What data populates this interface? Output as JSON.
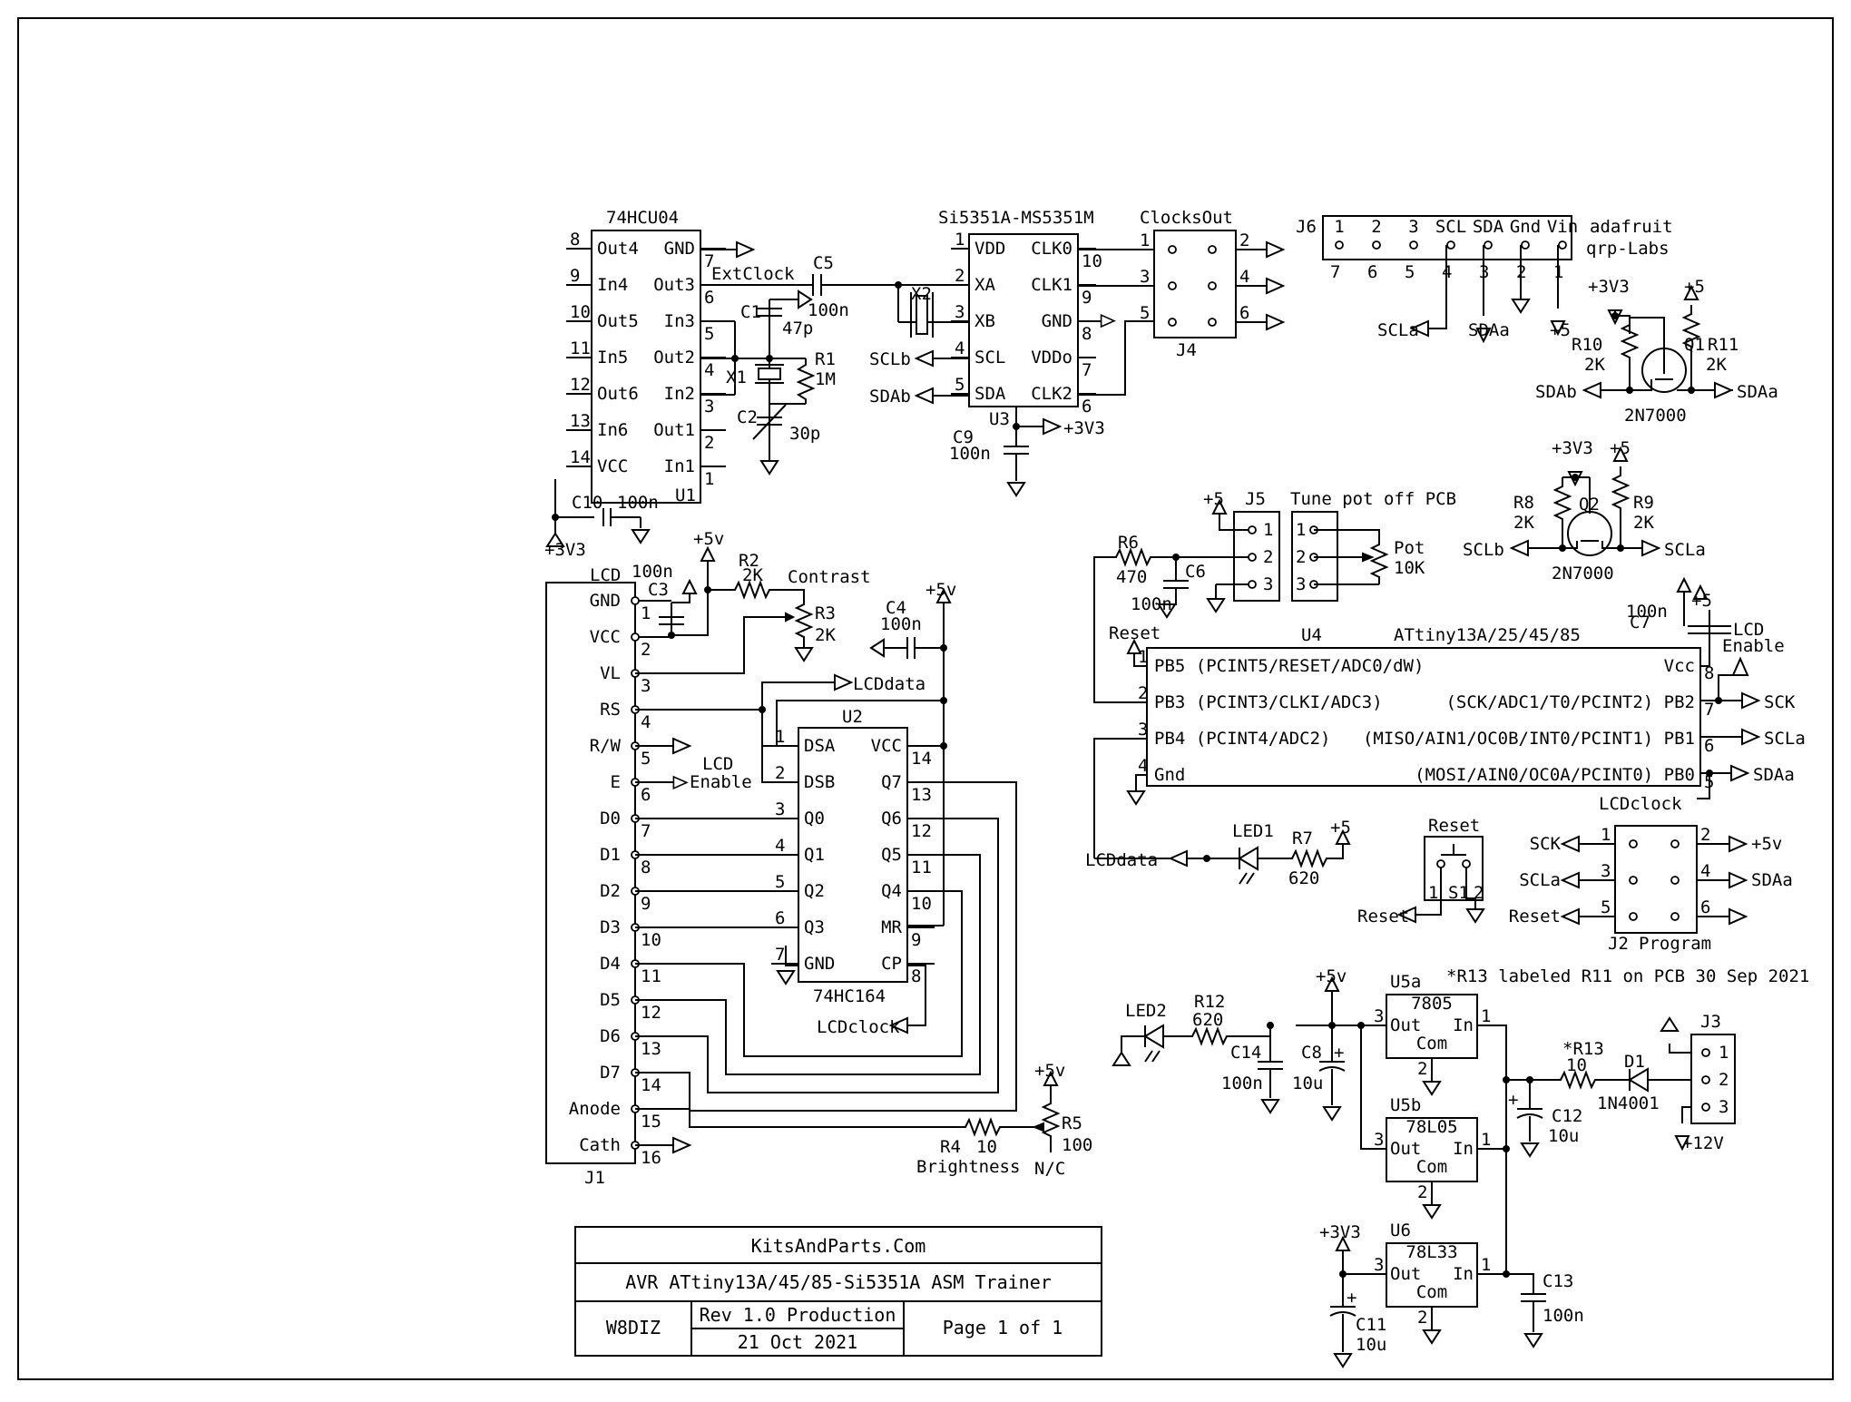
{
  "u1": {
    "ref": "U1",
    "part": "74HCU04",
    "left_pins": [
      {
        "n": "8",
        "name": "Out4"
      },
      {
        "n": "9",
        "name": "In4"
      },
      {
        "n": "10",
        "name": "Out5"
      },
      {
        "n": "11",
        "name": "In5"
      },
      {
        "n": "12",
        "name": "Out6"
      },
      {
        "n": "13",
        "name": "In6"
      },
      {
        "n": "14",
        "name": "VCC"
      }
    ],
    "right_pins": [
      {
        "n": "7",
        "name": "GND"
      },
      {
        "n": "6",
        "name": "Out3"
      },
      {
        "n": "5",
        "name": "In3"
      },
      {
        "n": "4",
        "name": "Out2"
      },
      {
        "n": "3",
        "name": "In2"
      },
      {
        "n": "2",
        "name": "Out1"
      },
      {
        "n": "1",
        "name": "In1"
      }
    ]
  },
  "u3": {
    "ref": "U3",
    "part": "Si5351A-MS5351M",
    "left_pins": [
      {
        "n": "1",
        "name": "VDD"
      },
      {
        "n": "2",
        "name": "XA"
      },
      {
        "n": "3",
        "name": "XB"
      },
      {
        "n": "4",
        "name": "SCL"
      },
      {
        "n": "5",
        "name": "SDA"
      }
    ],
    "right_pins": [
      {
        "n": "10",
        "name": "CLK0"
      },
      {
        "n": "9",
        "name": "CLK1"
      },
      {
        "n": "8",
        "name": "GND"
      },
      {
        "n": "7",
        "name": "VDDo"
      },
      {
        "n": "6",
        "name": "CLK2"
      }
    ]
  },
  "u2": {
    "ref": "U2",
    "part": "74HC164",
    "left_pins": [
      {
        "n": "1",
        "name": "DSA"
      },
      {
        "n": "2",
        "name": "DSB"
      },
      {
        "n": "3",
        "name": "Q0"
      },
      {
        "n": "4",
        "name": "Q1"
      },
      {
        "n": "5",
        "name": "Q2"
      },
      {
        "n": "6",
        "name": "Q3"
      },
      {
        "n": "7",
        "name": "GND"
      }
    ],
    "right_pins": [
      {
        "n": "14",
        "name": "VCC"
      },
      {
        "n": "13",
        "name": "Q7"
      },
      {
        "n": "12",
        "name": "Q6"
      },
      {
        "n": "11",
        "name": "Q5"
      },
      {
        "n": "10",
        "name": "Q4"
      },
      {
        "n": "9",
        "name": "MR"
      },
      {
        "n": "8",
        "name": "CP"
      }
    ]
  },
  "j1": {
    "ref": "J1",
    "title": "LCD",
    "pins": [
      {
        "n": "1",
        "name": "GND"
      },
      {
        "n": "2",
        "name": "VCC"
      },
      {
        "n": "3",
        "name": "VL"
      },
      {
        "n": "4",
        "name": "RS"
      },
      {
        "n": "5",
        "name": "R/W"
      },
      {
        "n": "6",
        "name": "E"
      },
      {
        "n": "7",
        "name": "D0"
      },
      {
        "n": "8",
        "name": "D1"
      },
      {
        "n": "9",
        "name": "D2"
      },
      {
        "n": "10",
        "name": "D3"
      },
      {
        "n": "11",
        "name": "D4"
      },
      {
        "n": "12",
        "name": "D5"
      },
      {
        "n": "13",
        "name": "D6"
      },
      {
        "n": "14",
        "name": "D7"
      },
      {
        "n": "15",
        "name": "Anode"
      },
      {
        "n": "16",
        "name": "Cath"
      }
    ]
  },
  "u4": {
    "ref": "U4",
    "part": "ATtiny13A/25/45/85",
    "left_pins": [
      {
        "n": "1",
        "name": "PB5 (PCINT5/RESET/ADC0/dW)"
      },
      {
        "n": "2",
        "name": "PB3 (PCINT3/CLKI/ADC3)"
      },
      {
        "n": "3",
        "name": "PB4 (PCINT4/ADC2)"
      },
      {
        "n": "4",
        "name": "Gnd"
      }
    ],
    "right_pins": [
      {
        "n": "8",
        "name": "Vcc"
      },
      {
        "n": "7",
        "name": "(SCK/ADC1/T0/PCINT2) PB2"
      },
      {
        "n": "6",
        "name": "(MISO/AIN1/OC0B/INT0/PCINT1) PB1"
      },
      {
        "n": "5",
        "name": "(MOSI/AIN0/OC0A/PCINT0) PB0"
      }
    ]
  },
  "j4": {
    "ref": "J4",
    "title": "ClocksOut",
    "left": [
      "1",
      "3",
      "5"
    ],
    "right": [
      "2",
      "4",
      "6"
    ]
  },
  "j5": {
    "ref": "J5",
    "pins": [
      "1",
      "2",
      "3"
    ]
  },
  "pot_header": {
    "title": "Tune pot off PCB",
    "pins": [
      "1",
      "2",
      "3"
    ],
    "pot": "Pot",
    "value": "10K"
  },
  "j6": {
    "ref": "J6",
    "labels": [
      "1",
      "2",
      "3",
      "SCL",
      "SDA",
      "Gnd",
      "Vin"
    ],
    "nums": [
      "7",
      "6",
      "5",
      "4",
      "3",
      "2",
      "1"
    ],
    "note1": "adafruit",
    "note2": "qrp-Labs",
    "scla": "SCLa",
    "sdaa": "SDAa",
    "plus5": "+5"
  },
  "j2": {
    "ref": "J2",
    "title": "Program",
    "left_pins": [
      {
        "n": "1",
        "sig": "SCK"
      },
      {
        "n": "3",
        "sig": "SCLa"
      },
      {
        "n": "5",
        "sig": "Reset"
      }
    ],
    "right_pins": [
      {
        "n": "2",
        "sig": "+5v"
      },
      {
        "n": "4",
        "sig": "SDAa"
      },
      {
        "n": "6",
        "sig": ""
      }
    ]
  },
  "j3": {
    "ref": "J3",
    "pins": [
      "1",
      "2",
      "3"
    ],
    "label": "+12V"
  },
  "s1": {
    "ref": "S1",
    "title": "Reset",
    "p1": "1",
    "p2": "2",
    "net": "Reset"
  },
  "q1": {
    "ref": "Q1",
    "part": "2N7000",
    "r_left": {
      "ref": "R10",
      "val": "2K"
    },
    "r_right": {
      "ref": "R11",
      "val": "2K"
    },
    "rail_left": "+3V3",
    "rail_right": "+5",
    "net_left": "SDAb",
    "net_right": "SDAa"
  },
  "q2": {
    "ref": "Q2",
    "part": "2N7000",
    "r_left": {
      "ref": "R8",
      "val": "2K"
    },
    "r_right": {
      "ref": "R9",
      "val": "2K"
    },
    "rail_left": "+3V3",
    "rail_right": "+5",
    "net_left": "SCLb",
    "net_right": "SCLa"
  },
  "regulators": [
    {
      "ref": "U5a",
      "part": "7805",
      "out": "Out",
      "in": "In",
      "com": "Com",
      "p_out": "3",
      "p_in": "1",
      "p_com": "2"
    },
    {
      "ref": "U5b",
      "part": "78L05",
      "out": "Out",
      "in": "In",
      "com": "Com",
      "p_out": "3",
      "p_in": "1",
      "p_com": "2"
    },
    {
      "ref": "U6",
      "part": "78L33",
      "out": "Out",
      "in": "In",
      "com": "Com",
      "p_out": "3",
      "p_in": "1",
      "p_com": "2"
    }
  ],
  "parts": {
    "c1": {
      "ref": "C1",
      "val": "47p"
    },
    "c2": {
      "ref": "C2",
      "val": "30p"
    },
    "x1": {
      "ref": "X1"
    },
    "r1": {
      "ref": "R1",
      "val": "1M"
    },
    "c5": {
      "ref": "C5",
      "val": "100n"
    },
    "x2": {
      "ref": "X2"
    },
    "c9": {
      "ref": "C9",
      "val": "100n"
    },
    "c10": {
      "ref": "C10",
      "val": "100n"
    },
    "c3": {
      "ref": "C3",
      "val": "100n"
    },
    "r2": {
      "ref": "R2",
      "val": "2K"
    },
    "r3": {
      "ref": "R3",
      "val": "2K"
    },
    "contrast": "Contrast",
    "c4": {
      "ref": "C4",
      "val": "100n"
    },
    "r4": {
      "ref": "R4",
      "val": "10"
    },
    "r5": {
      "ref": "R5",
      "val": "100"
    },
    "brightness": "Brightness",
    "nc": "N/C",
    "r6": {
      "ref": "R6",
      "val": "470"
    },
    "c6": {
      "ref": "C6",
      "val": "100n"
    },
    "c7": {
      "ref": "C7",
      "val": "100n"
    },
    "led1": {
      "ref": "LED1"
    },
    "r7": {
      "ref": "R7",
      "val": "620"
    },
    "led2": {
      "ref": "LED2"
    },
    "r12": {
      "ref": "R12",
      "val": "620"
    },
    "c14": {
      "ref": "C14",
      "val": "100n"
    },
    "c8": {
      "ref": "C8",
      "val": "10u"
    },
    "r13": {
      "ref": "*R13",
      "val": "10"
    },
    "d1": {
      "ref": "D1",
      "val": "1N4001"
    },
    "c12": {
      "ref": "C12",
      "val": "10u"
    },
    "c11": {
      "ref": "C11",
      "val": "10u"
    },
    "c13": {
      "ref": "C13",
      "val": "100n"
    }
  },
  "nets": {
    "extclock": "ExtClock",
    "lcddata": "LCDdata",
    "lcdclock": "LCDclock",
    "lcd_enable_1": "LCD",
    "lcd_enable_2": "Enable",
    "sclb": "SCLb",
    "sdab": "SDAb",
    "scla": "SCLa",
    "sdaa": "SDAa",
    "sck": "SCK",
    "reset": "Reset",
    "p3v3": "+3V3",
    "p5": "+5",
    "p5v": "+5v"
  },
  "note_r13": "*R13 labeled R11 on PCB 30 Sep 2021",
  "title_block": {
    "company": "KitsAndParts.Com",
    "title": "AVR ATtiny13A/45/85-Si5351A ASM Trainer",
    "author": "W8DIZ",
    "rev": "Rev 1.0 Production",
    "date": "21 Oct 2021",
    "page": "Page 1 of 1"
  }
}
